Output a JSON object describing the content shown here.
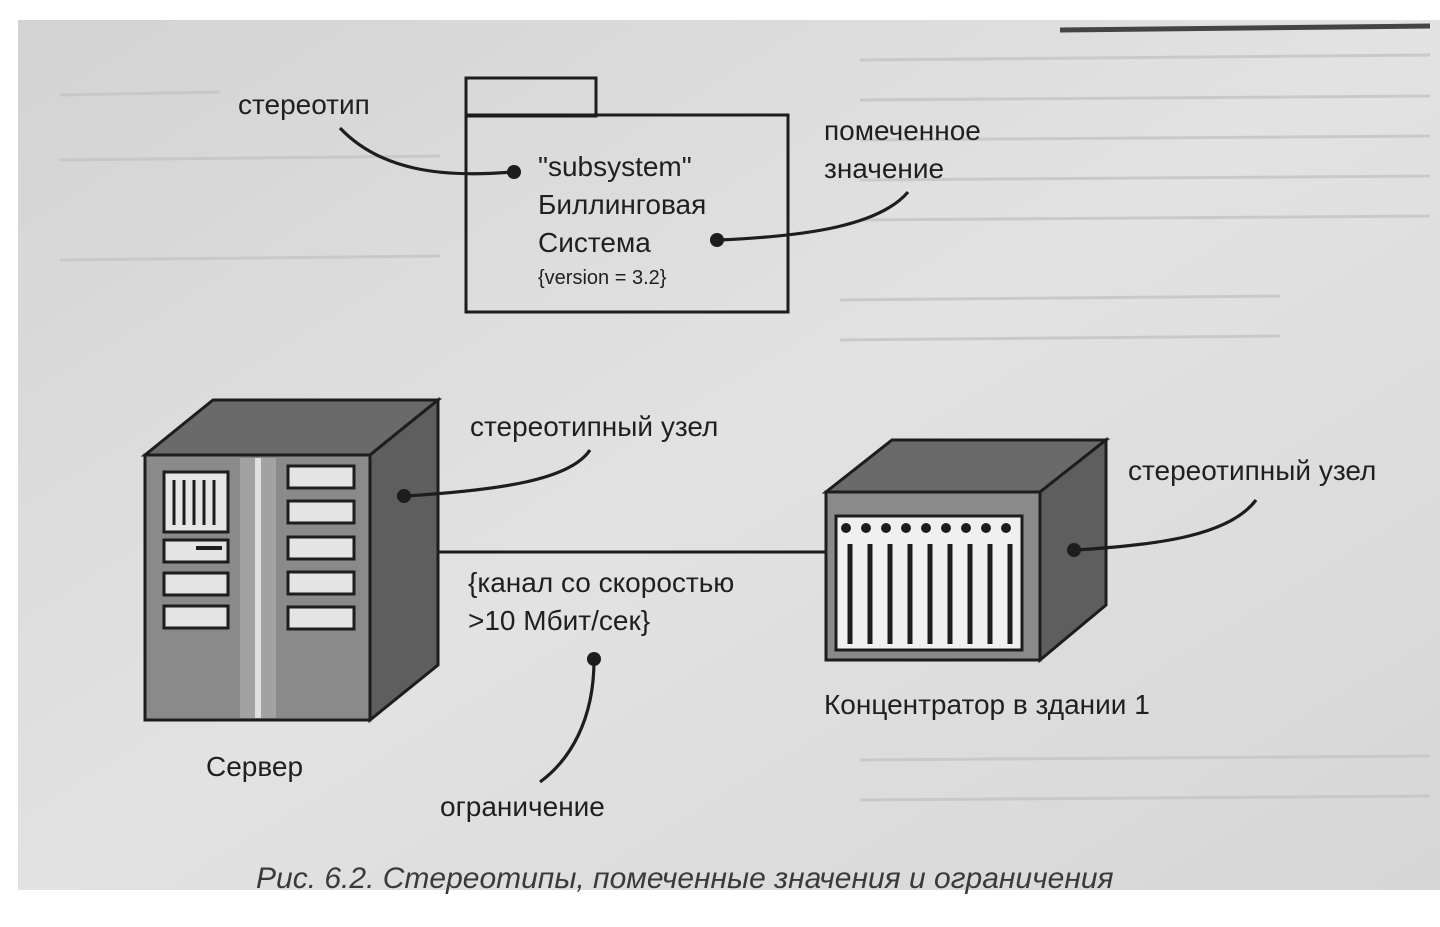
{
  "diagram": {
    "package": {
      "stereotype": "\"subsystem\"",
      "name_line1": "Биллинговая",
      "name_line2": "Система",
      "tagged_value": "{version = 3.2}"
    },
    "annotations": {
      "stereotype": "стереотип",
      "tagged_value_line1": "помеченное",
      "tagged_value_line2": "значение",
      "stereotyped_node_server": "стереотипный узел",
      "stereotyped_node_hub": "стереотипный узел",
      "constraint": "ограничение"
    },
    "nodes": {
      "server": "Сервер",
      "hub": "Концентратор в здании 1"
    },
    "link": {
      "constraint_line1": "{канал со скоростью",
      "constraint_line2": ">10 Мбит/сек}"
    },
    "caption": "Рис. 6.2. Стереотипы, помеченные значения и ограничения"
  },
  "colors": {
    "paper": "#dddddd",
    "node_front": "#8a8a8a",
    "node_top": "#6a6a6a",
    "node_side": "#5e5e5e",
    "line": "#1d1d1d"
  }
}
